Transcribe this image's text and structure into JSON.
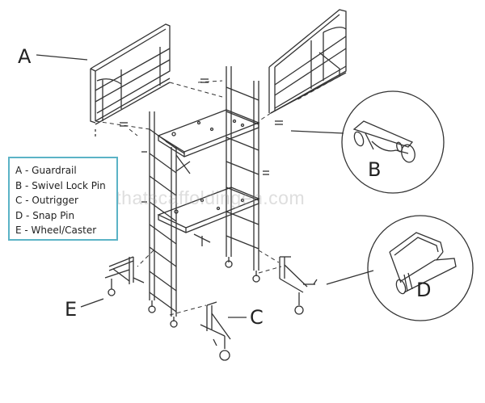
{
  "callouts": {
    "a": "A",
    "b": "B",
    "c": "C",
    "d": "D",
    "e": "E"
  },
  "legend": {
    "items": [
      "A - Guardrail",
      "B - Swivel Lock Pin",
      "C - Outrigger",
      "D - Snap Pin",
      "E - Wheel/Caster"
    ]
  },
  "watermark": "bythatscaffoldingen.com",
  "colors": {
    "line": "#333333",
    "legend_border": "#5bb3c6"
  }
}
